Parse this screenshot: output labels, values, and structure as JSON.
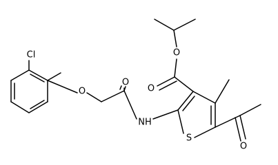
{
  "structure": {
    "atoms": {
      "chlorine": "Cl",
      "ether_oxygen": "O",
      "amide_oxygen": "O",
      "amide_nitrogen": "NH",
      "thiophene_sulfur": "S",
      "ester_carbonyl_oxygen": "O",
      "ester_alkoxy_oxygen": "O",
      "acetyl_oxygen": "O"
    }
  }
}
